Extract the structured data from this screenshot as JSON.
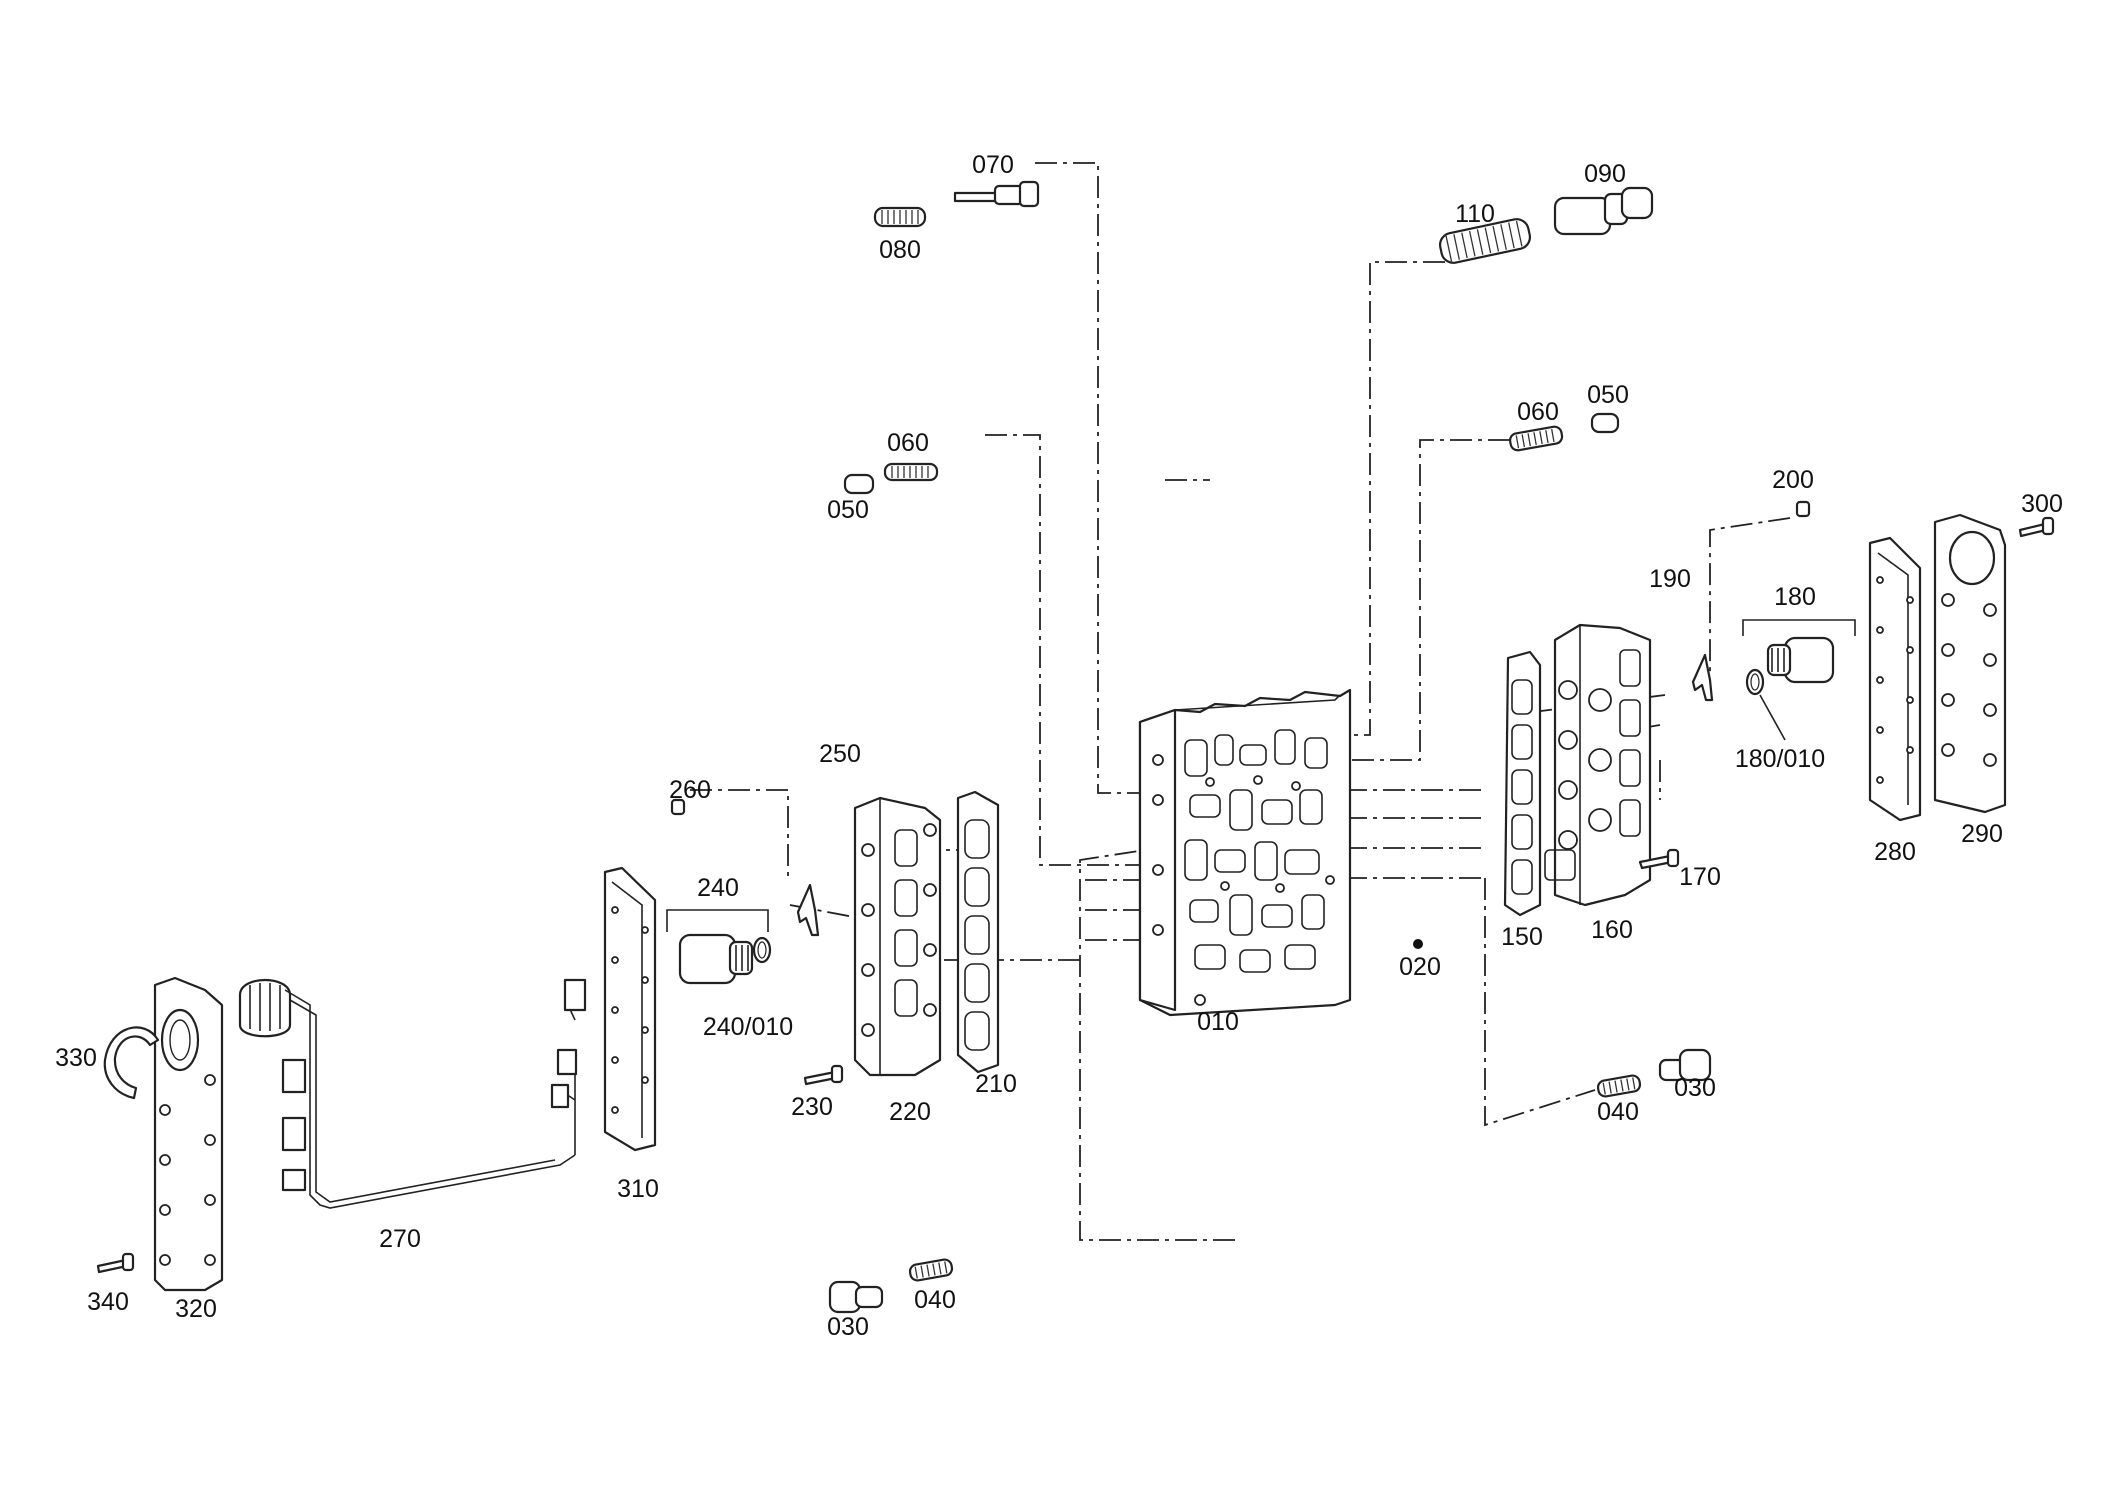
{
  "labels": {
    "p010": "010",
    "p020": "020",
    "p030_right": "030",
    "p030_bottom": "030",
    "p040_right": "040",
    "p040_bottom": "040",
    "p050_left": "050",
    "p050_right": "050",
    "p060_left": "060",
    "p060_right": "060",
    "p070": "070",
    "p080": "080",
    "p090": "090",
    "p110": "110",
    "p150": "150",
    "p160": "160",
    "p170": "170",
    "p180": "180",
    "p180_010": "180/010",
    "p190": "190",
    "p200": "200",
    "p210": "210",
    "p220": "220",
    "p230": "230",
    "p240": "240",
    "p240_010": "240/010",
    "p250": "250",
    "p260": "260",
    "p270": "270",
    "p280": "280",
    "p290": "290",
    "p300": "300",
    "p310": "310",
    "p320": "320",
    "p330": "330",
    "p340": "340"
  }
}
